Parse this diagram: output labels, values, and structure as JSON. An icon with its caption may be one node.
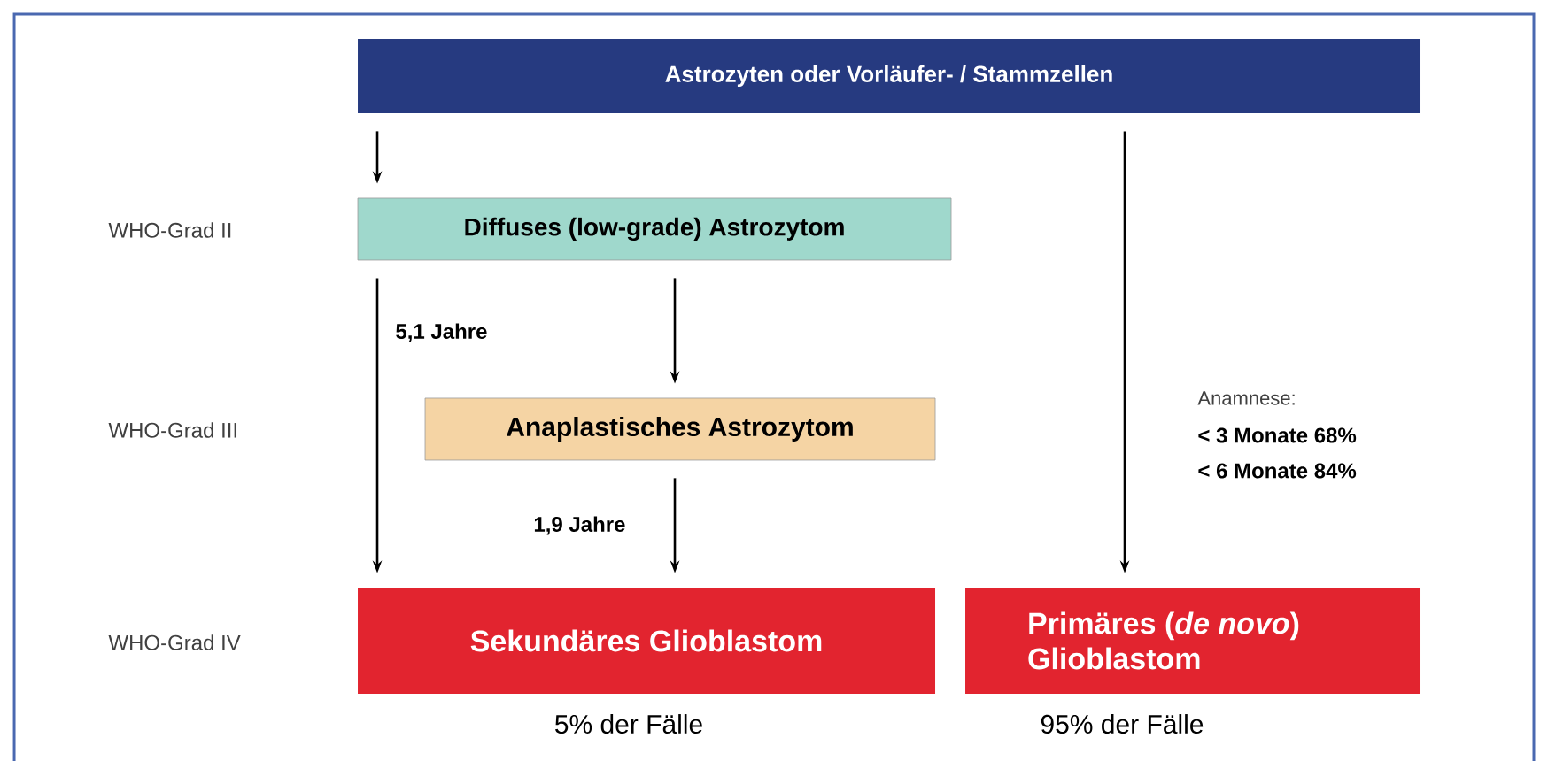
{
  "diagram": {
    "nodes": [
      {
        "text": [
          "Astrozyten oder Vorläufer- / Stammzellen"
        ]
      },
      {
        "text": [
          "Diffuses (low-grade) Astrozytom"
        ]
      },
      {
        "text": [
          "Anaplastisches Astrozytom"
        ]
      },
      {
        "text": [
          "Sekundäres Glioblastom"
        ],
        "beside": [
          "5% der Fälle"
        ]
      },
      {
        "text": [
          "Primäres (*de novo*) Glioblastom"
        ],
        "beside": [
          "95% der Fälle"
        ]
      }
    ],
    "edges": [
      {
        "from": 0,
        "to": 1,
        "arrow": "to"
      },
      {
        "from": 1,
        "to": 3,
        "arrow": "to",
        "label": "5,1 Jahre"
      },
      {
        "from": 1,
        "to": 2,
        "arrow": "to"
      },
      {
        "from": 2,
        "to": 3,
        "arrow": "to",
        "label": "1,9 Jahre"
      },
      {
        "from": 0,
        "to": 4,
        "arrow": "to"
      }
    ],
    "labels": [
      "WHO-Grad II",
      "WHO-Grad III",
      "Anamnese:",
      "< 3 Monate 68%",
      "< 6 Monate 84%",
      "WHO-Grad IV"
    ]
  }
}
